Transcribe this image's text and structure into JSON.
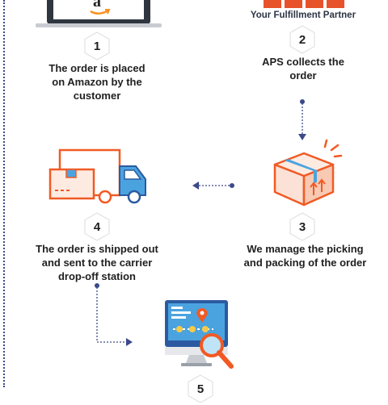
{
  "partner_tagline": "Your Fulfillment Partner",
  "steps": [
    {
      "number": "1",
      "caption": "The order is placed\non Amazon by the\ncustomer"
    },
    {
      "number": "2",
      "caption": "APS collects the\norder"
    },
    {
      "number": "3",
      "caption": "We manage the picking\nand packing of the order"
    },
    {
      "number": "4",
      "caption": "The order is shipped out\nand sent to the carrier\ndrop-off station"
    },
    {
      "number": "5",
      "caption": ""
    }
  ],
  "icons": {
    "step1": "laptop-amazon-icon",
    "step2": "aps-logo-icon",
    "step3": "package-box-icon",
    "step4": "delivery-truck-icon",
    "step5": "monitor-tracking-icon"
  },
  "colors": {
    "orange": "#f15a24",
    "blue": "#4aa3df",
    "dark_blue": "#2b5aa0",
    "border": "#3c4a8a",
    "text": "#1f1f1f"
  }
}
